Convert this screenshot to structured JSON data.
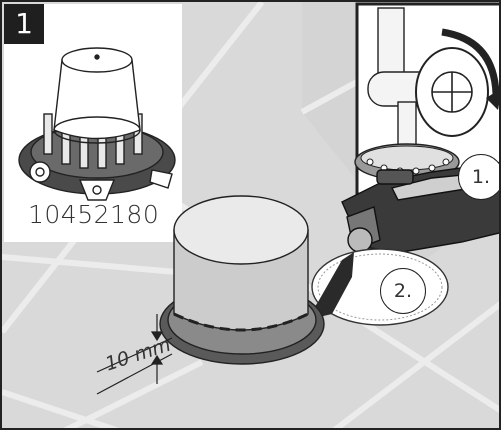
{
  "step": {
    "number": "1"
  },
  "part": {
    "number": "10452180"
  },
  "callouts": {
    "first": "1.",
    "second": "2."
  },
  "dimension": {
    "label": "10 mm"
  }
}
